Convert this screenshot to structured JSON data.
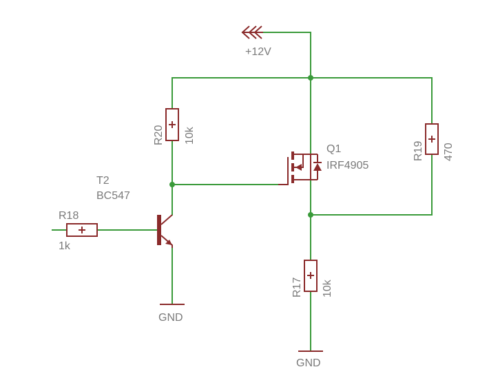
{
  "supply": {
    "label": "+12V"
  },
  "grounds": [
    {
      "label": "GND"
    },
    {
      "label": "GND"
    }
  ],
  "transistor_t2": {
    "name": "T2",
    "value": "BC547"
  },
  "mosfet_q1": {
    "name": "Q1",
    "value": "IRF4905"
  },
  "r18": {
    "name": "R18",
    "value": "1k"
  },
  "r20": {
    "name": "R20",
    "value": "10k"
  },
  "r19": {
    "name": "R19",
    "value": "470"
  },
  "r17": {
    "name": "R17",
    "value": "10k"
  },
  "colors": {
    "wire": "#3a9a3a",
    "component": "#8a2a2a",
    "text": "#7a7a7a",
    "background": "#ffffff"
  }
}
